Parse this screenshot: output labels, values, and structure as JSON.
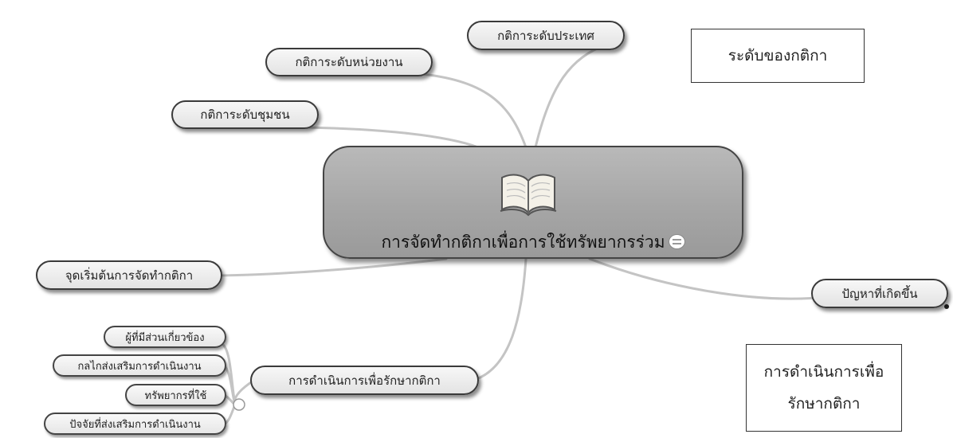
{
  "central": {
    "title": "การจัดทำกติกาเพื่อการใช้ทรัพยากรร่วม",
    "icon": "book-icon"
  },
  "branches": {
    "national": "กติการะดับประเทศ",
    "agency": "กติการะดับหน่วยงาน",
    "community": "กติการะดับชุมชน",
    "origin": "จุดเริ่มต้นการจัดทำกติกา",
    "problems": "ปัญหาที่เกิดขึ้น",
    "implementation": "การดำเนินการเพื่อรักษากติกา"
  },
  "sub_branches": [
    "ผู้ที่มีส่วนเกี่ยวข้อง",
    "กลไกส่งเสริมการดำเนินงาน",
    "ทรัพยากรที่ใช้",
    "ปัจจัยที่ส่งเสริมการดำเนินงาน"
  ],
  "annotations": {
    "levels": "ระดับของกติกา",
    "implementation_line1": "การดำเนินการเพื่อ",
    "implementation_line2": "รักษากติกา"
  }
}
